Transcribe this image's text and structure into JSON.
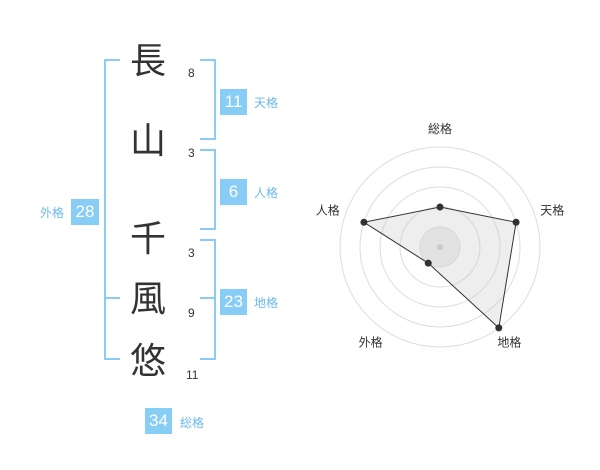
{
  "name": {
    "chars": [
      {
        "char": "長",
        "strokes": "8"
      },
      {
        "char": "山",
        "strokes": "3"
      },
      {
        "char": "千",
        "strokes": "3"
      },
      {
        "char": "風",
        "strokes": "9"
      },
      {
        "char": "悠",
        "strokes": "11"
      }
    ]
  },
  "kakusu": {
    "tenkaku": {
      "value": "11",
      "label": "天格"
    },
    "jinkaku": {
      "value": "6",
      "label": "人格"
    },
    "chikaku": {
      "value": "23",
      "label": "地格"
    },
    "gaikaku": {
      "value": "28",
      "label": "外格"
    },
    "soukaku": {
      "value": "34",
      "label": "総格"
    }
  },
  "colors": {
    "accent": "#88cdf6",
    "label": "#6bb9ea"
  },
  "chart_data": {
    "type": "radar",
    "axes": [
      "総格",
      "天格",
      "地格",
      "外格",
      "人格"
    ],
    "values": [
      2,
      4,
      5,
      1,
      4
    ],
    "max": 5,
    "rings": 5
  }
}
